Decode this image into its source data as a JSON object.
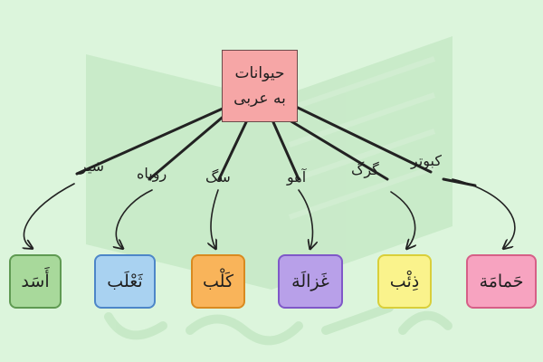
{
  "root": {
    "line1": "حیوانات",
    "line2": "به عربی"
  },
  "items": [
    {
      "fa": "شیر",
      "ar": "أَسَد",
      "fill": "#a8d99b",
      "border": "#5f9a52"
    },
    {
      "fa": "روباه",
      "ar": "ثَعْلَب",
      "fill": "#a9d2f1",
      "border": "#4d86c8"
    },
    {
      "fa": "سگ",
      "ar": "كَلْب",
      "fill": "#f9b45a",
      "border": "#d98a20"
    },
    {
      "fa": "آهو",
      "ar": "غَزالَة",
      "fill": "#b8a0e9",
      "border": "#7f58c8"
    },
    {
      "fa": "گرگ",
      "ar": "ذِئْب",
      "fill": "#faf38c",
      "border": "#d9cf3a"
    },
    {
      "fa": "کبوتر",
      "ar": "حَمامَة",
      "fill": "#f7a3c0",
      "border": "#d65f87"
    }
  ],
  "colors": {
    "background": "#dcf5dc",
    "root_fill": "#f6a6a6",
    "line": "#222222"
  }
}
